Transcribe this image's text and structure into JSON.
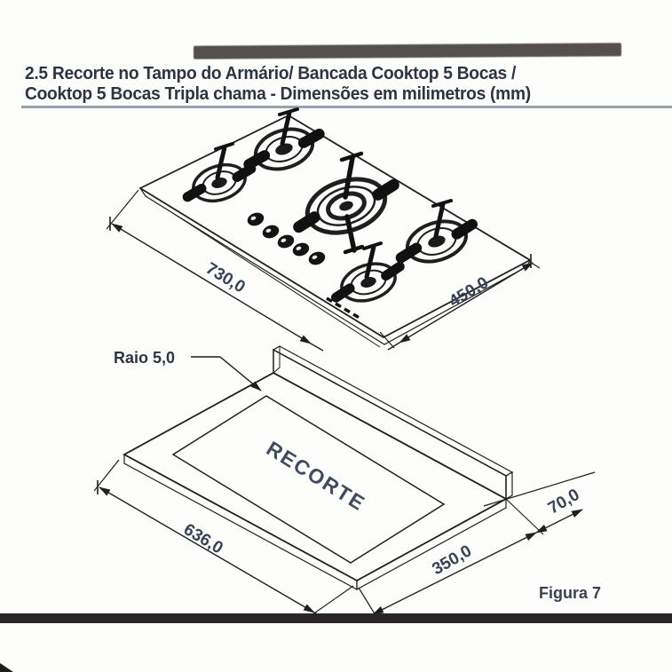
{
  "document": {
    "title_line1": "2.5 Recorte no Tampo do Armário/ Bancada Cooktop 5 Bocas /",
    "title_line2": "Cooktop 5 Bocas Tripla chama - Dimensões em milimetros (mm)",
    "figure_caption": "Figura 7"
  },
  "figure_cooktop": {
    "description": "isometric 5-burner gas cooktop",
    "dim_width": "730,0",
    "dim_depth": "450,0",
    "burner_count": 5,
    "knob_count": 5
  },
  "figure_cutout": {
    "description": "isometric countertop cutout",
    "label": "RECORTE",
    "radius": "Raio 5,0",
    "dim_width": "636,0",
    "dim_depth": "350,0",
    "dim_backsplash": "70,0"
  },
  "colors": {
    "ink": "#1f1f1f",
    "label_text": "#374355",
    "counter_fill": "#d8d8d8",
    "top_bar": "#55504f",
    "bottom_bar": "#2a2526",
    "underline": "#9aa1a8"
  }
}
